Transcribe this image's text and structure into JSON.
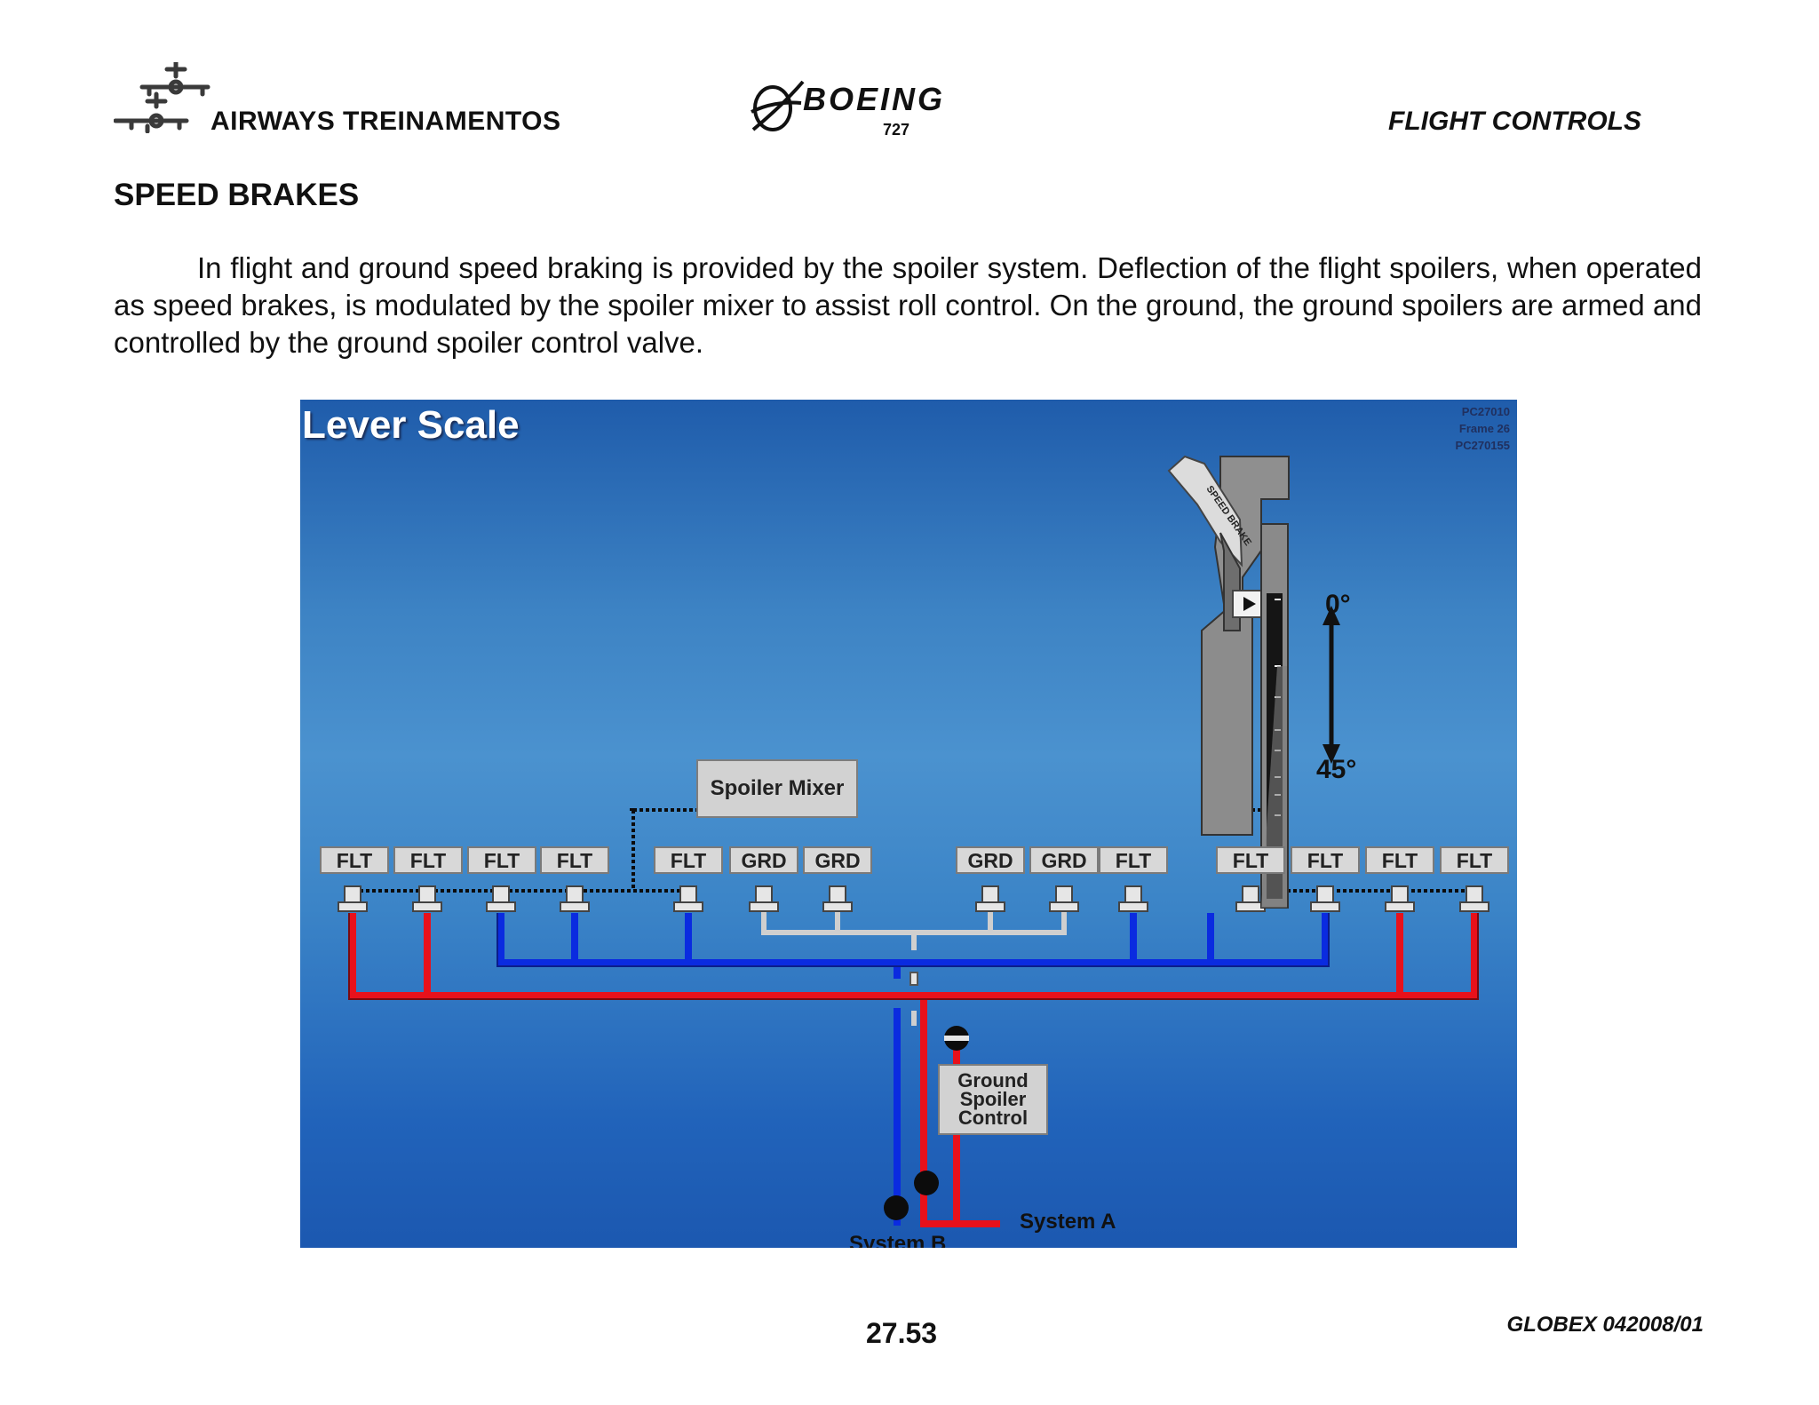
{
  "header": {
    "company": "AIRWAYS  TREINAMENTOS",
    "brand": "BOEING",
    "model": "727",
    "section": "FLIGHT CONTROLS"
  },
  "section_title": "SPEED BRAKES",
  "body_text": "In flight and ground speed braking is provided by the spoiler system. Deflection of the flight spoilers, when operated as speed brakes, is modulated by the spoiler mixer to assist roll control. On the ground, the ground spoilers are armed and controlled by the ground spoiler control valve.",
  "figure": {
    "title": "Lever Scale",
    "reference": [
      "PC27010",
      "Frame 26",
      "PC270155"
    ],
    "lever_label": "SPEED BRAKE",
    "angle_top": "0°",
    "angle_bottom": "45°",
    "spoiler_mixer": "Spoiler Mixer",
    "spoilers": [
      "FLT",
      "FLT",
      "FLT",
      "FLT",
      "FLT",
      "GRD",
      "GRD",
      "GRD",
      "GRD",
      "FLT",
      "FLT",
      "FLT",
      "FLT",
      "FLT"
    ],
    "ground_spoiler_control": [
      "Ground",
      "Spoiler",
      "Control"
    ],
    "system_a": "System A",
    "system_b": "System B",
    "colors": {
      "system_a": "#e8111b",
      "system_b": "#0a2be0",
      "ground_line": "#d8d8d8"
    }
  },
  "footer": {
    "page_number": "27.53",
    "doc_code": "GLOBEX 042008/01"
  }
}
